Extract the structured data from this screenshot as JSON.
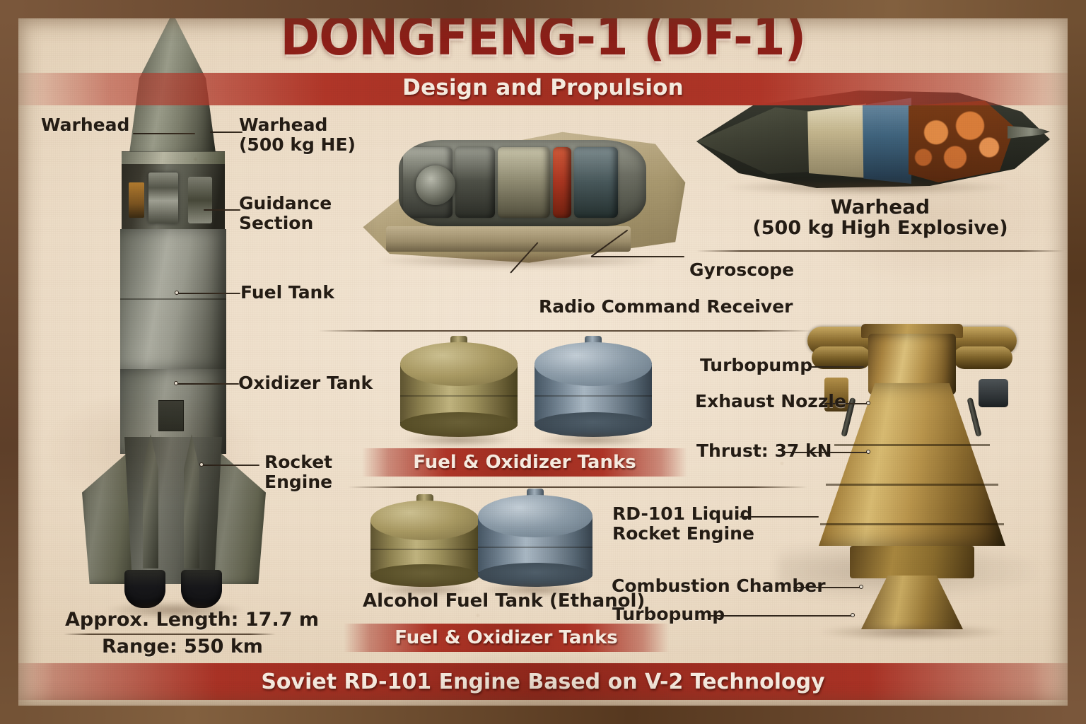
{
  "header": {
    "title": "DONGFENG-1 (DF-1)",
    "subtitle": "Design and Propulsion"
  },
  "footer": {
    "text": "Soviet RD-101 Engine Based on V-2 Technology"
  },
  "rocket_labels": {
    "warhead_left": "Warhead",
    "warhead_right": "Warhead\n(500 kg HE)",
    "guidance": "Guidance\nSection",
    "fuel_tank": "Fuel Tank",
    "oxidizer_tank": "Oxidizer Tank",
    "rocket_engine": "Rocket\nEngine"
  },
  "specs": {
    "length": "Approx. Length: 17.7 m",
    "range": "Range: 550 km"
  },
  "guidance_cutaway": {
    "gyroscope": "Gyroscope",
    "radio_receiver": "Radio Command Receiver"
  },
  "warhead_cutaway": {
    "title": "Warhead",
    "subtitle": "(500 kg High Explosive)"
  },
  "tanks_upper": {
    "caption": "Fuel & Oxidizer Tanks"
  },
  "tanks_lower": {
    "alcohol_label": "Alcohol Fuel Tank (Ethanol)",
    "caption": "Fuel & Oxidizer Tanks"
  },
  "engine_labels": {
    "turbopump_top": "Turbopump",
    "exhaust_nozzle": "Exhaust Nozzle",
    "thrust": "Thrust: 37 kN",
    "rd101": "RD-101 Liquid\nRocket Engine",
    "combustion_chamber": "Combustion Chamber",
    "turbopump_bottom": "Turbopump"
  },
  "colors": {
    "title_red": "#8d1f18",
    "banner_red": "#a93225",
    "paper": "#ecdcc6",
    "border_brown": "#6d4c33",
    "label_ink": "#241c14"
  }
}
